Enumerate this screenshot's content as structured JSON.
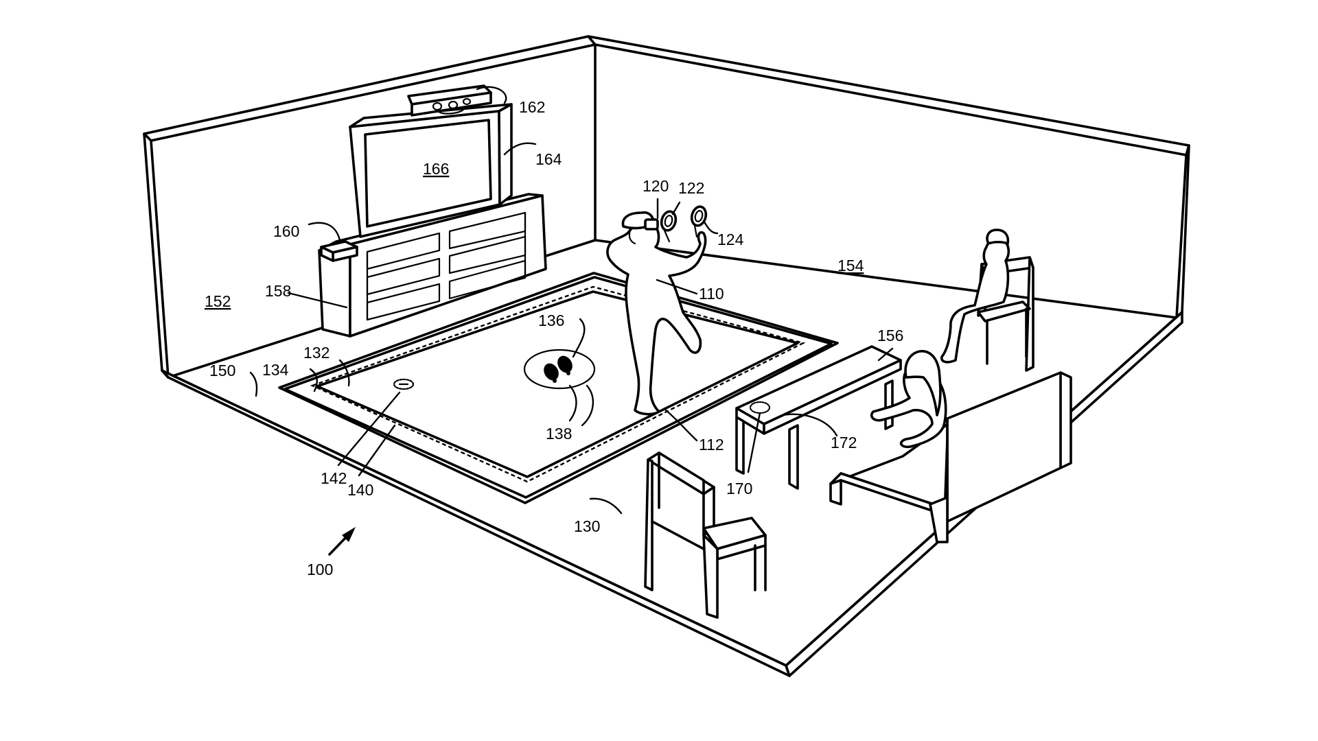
{
  "figure": {
    "labels": {
      "l100": "100",
      "l110": "110",
      "l112": "112",
      "l120": "120",
      "l122": "122",
      "l124": "124",
      "l130": "130",
      "l132": "132",
      "l134": "134",
      "l136": "136",
      "l138": "138",
      "l140": "140",
      "l142": "142",
      "l150": "150",
      "l152": "152",
      "l154": "154",
      "l156": "156",
      "l158": "158",
      "l160": "160",
      "l162": "162",
      "l164": "164",
      "l166": "166",
      "l170": "170",
      "l172": "172"
    }
  }
}
